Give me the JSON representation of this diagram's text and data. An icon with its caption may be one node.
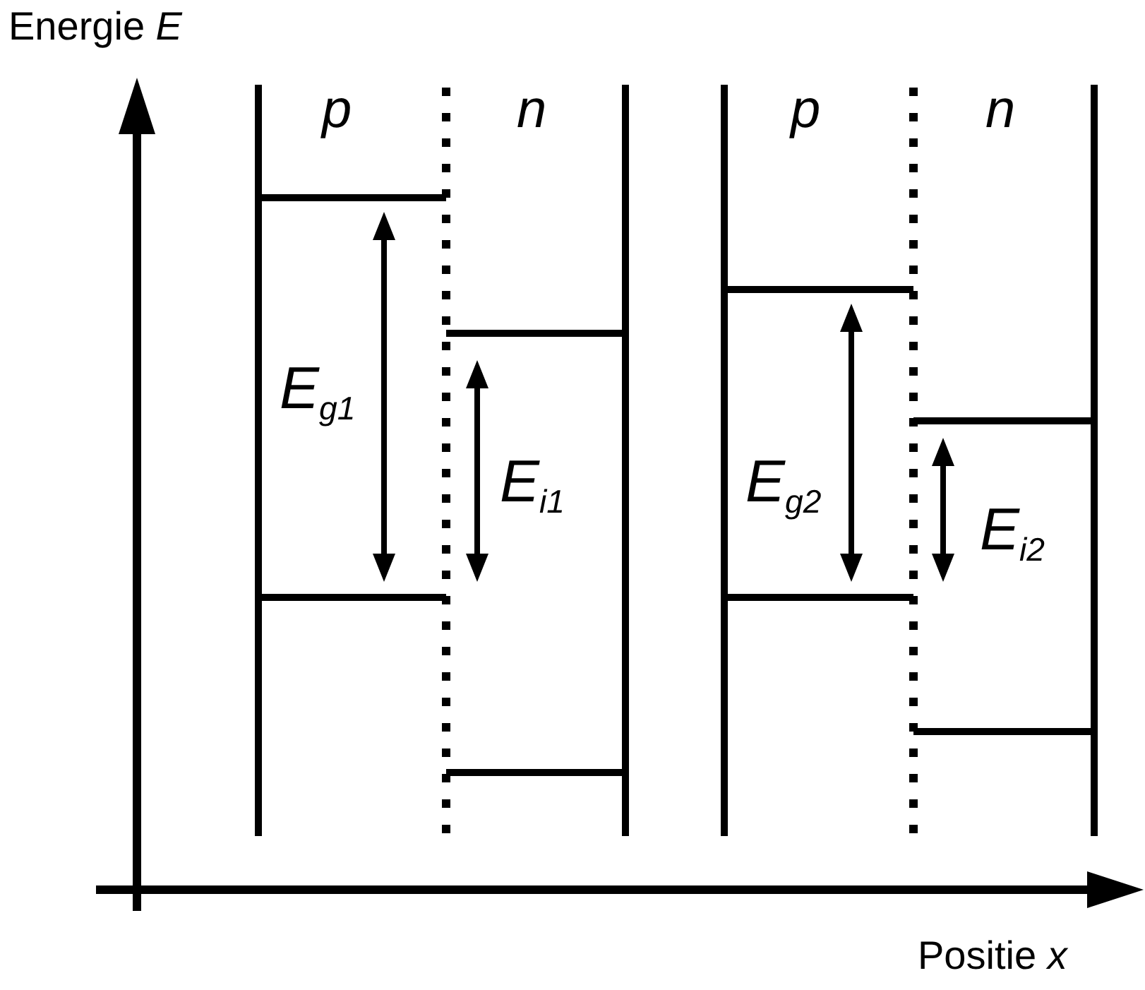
{
  "diagram": {
    "labels": [
      "Energie *E*",
      "p",
      "n",
      "p",
      "n",
      "E$_{g1}$",
      "E$_{i1}$",
      "E$_{g2}$",
      "E$_{i2}$",
      "Positie *x*"
    ]
  }
}
